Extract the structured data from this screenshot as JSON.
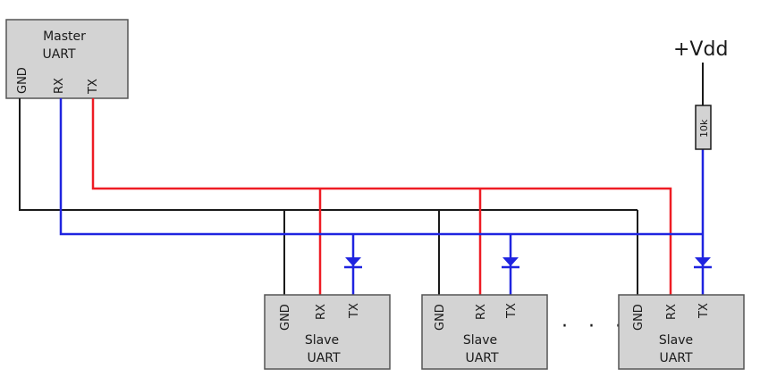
{
  "master": {
    "line1": "Master",
    "line2": "UART",
    "pins": [
      "GND",
      "RX",
      "TX"
    ]
  },
  "slaves": [
    {
      "line1": "Slave",
      "line2": "UART",
      "pins": [
        "GND",
        "RX",
        "TX"
      ]
    },
    {
      "line1": "Slave",
      "line2": "UART",
      "pins": [
        "GND",
        "RX",
        "TX"
      ]
    },
    {
      "line1": "Slave",
      "line2": "UART",
      "pins": [
        "GND",
        "RX",
        "TX"
      ]
    }
  ],
  "ellipsis": "· · ·",
  "supply_label": "+Vdd",
  "resistor_label": "10k",
  "colors": {
    "tx_line": "#ee1c24",
    "rx_line": "#1f24e0",
    "gnd_line": "#1a1a1a",
    "box_fill": "#d3d3d3"
  }
}
